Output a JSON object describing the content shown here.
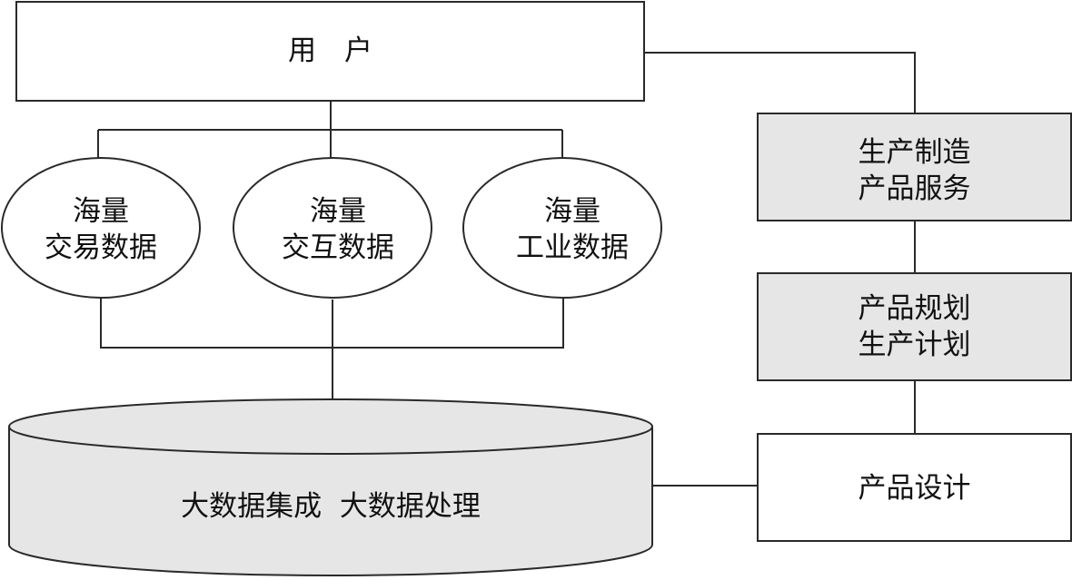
{
  "user": {
    "label": "用　户"
  },
  "data_sources": [
    {
      "line1": "海量",
      "line2": "交易数据"
    },
    {
      "line1": "海量",
      "line2": "交互数据"
    },
    {
      "line1": "海量",
      "line2": "工业数据"
    }
  ],
  "database": {
    "label": "大数据集成  大数据处理"
  },
  "right_chain": [
    {
      "line1": "生产制造",
      "line2": "产品服务"
    },
    {
      "line1": "产品规划",
      "line2": "生产计划"
    },
    {
      "line1": "产品设计"
    }
  ],
  "colors": {
    "stroke": "#2a2a2a",
    "gray_fill": "#e6e6e6",
    "white_fill": "#ffffff"
  }
}
